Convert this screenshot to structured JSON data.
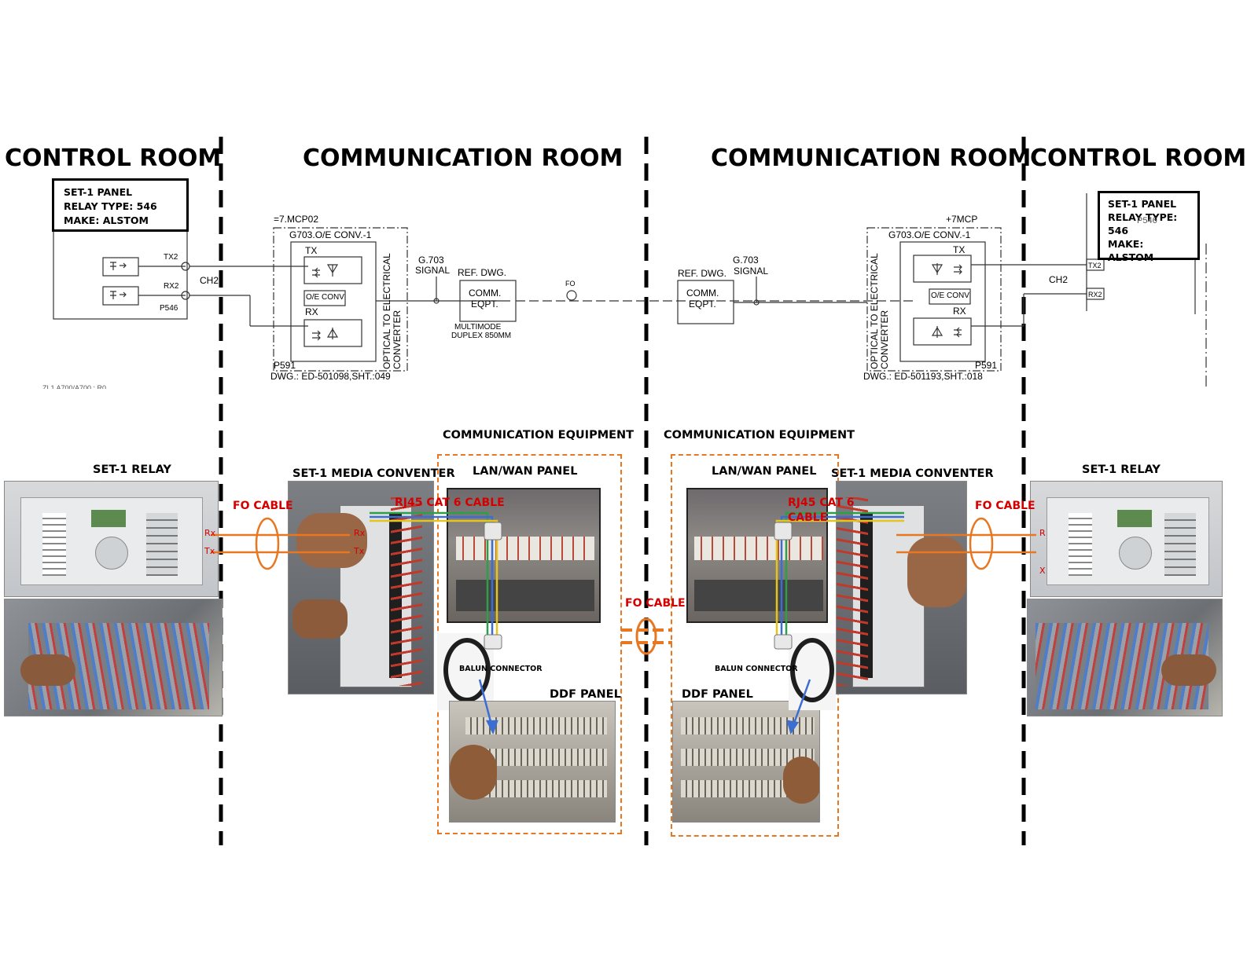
{
  "rooms": {
    "left_control": "CONTROL ROOM",
    "left_comm": "COMMUNICATION ROOM",
    "right_comm": "COMMUNICATION ROOM",
    "right_control": "CONTROL ROOM"
  },
  "left_panel": {
    "line1": "SET-1 PANEL",
    "line2": "RELAY TYPE: 546",
    "line3": "MAKE: ALSTOM"
  },
  "right_panel": {
    "line1": "SET-1 PANEL",
    "line2": "RELAY TYPE:",
    "line3": "546",
    "line4": "MAKE: ALSTOM",
    "overlay": "P546"
  },
  "schematic_left": {
    "tx2": "TX2",
    "rx2": "RX2",
    "ch": "CH2",
    "relay": "P546",
    "cabinet": "=7.MCP02",
    "conv_title": "G703.O/E CONV.-1",
    "tx": "TX",
    "rx": "RX",
    "oe": "O/E CONV",
    "p591": "P591",
    "converter_text": "OPTICAL TO ELECTRICAL CONVERTER",
    "dwg": "DWG.: ED-501098,SHT.:049",
    "g703_a": "G.703",
    "g703_b": "SIGNAL",
    "ref": "REF. DWG.",
    "comm_a": "COMM.",
    "comm_b": "EQPT.",
    "multimode_a": "MULTIMODE",
    "multimode_b": "DUPLEX 850MM",
    "fo": "FO",
    "footer": "ZL1 A700/A700 : R0"
  },
  "schematic_right": {
    "tx2": "TX2",
    "rx2": "RX2",
    "ch": "CH2",
    "cabinet": "+7MCP",
    "conv_title": "G703.O/E CONV.-1",
    "tx": "TX",
    "rx": "RX",
    "oe": "O/E CONV",
    "p591": "P591",
    "converter_text": "OPTICAL TO ELECTRICAL CONVERTER",
    "dwg": "DWG.: ED-501193,SHT.:018",
    "g703_a": "G.703",
    "g703_b": "SIGNAL",
    "ref": "REF. DWG.",
    "comm_a": "COMM.",
    "comm_b": "EQPT."
  },
  "photos": {
    "left_relay_title": "SET-1 RELAY",
    "left_media_title": "SET-1 MEDIA CONVENTER",
    "left_comm_equipment": "COMMUNICATION EQUIPMENT",
    "left_lan": "LAN/WAN PANEL",
    "left_balun": "BALUN CONNECTOR",
    "left_ddf": "DDF PANEL",
    "right_comm_equipment": "COMMUNICATION EQUIPMENT",
    "right_lan": "LAN/WAN PANEL",
    "right_media_title": "SET-1 MEDIA CONVENTER",
    "right_relay_title": "SET-1 RELAY",
    "right_balun": "BALUN CONNECTOR",
    "right_ddf": "DDF PANEL"
  },
  "cables": {
    "fo_left": "FO CABLE",
    "fo_right": "FO CABLE",
    "fo_center": "FO CABLE",
    "rj45_left": "RJ45 CAT 6 CABLE",
    "rj45_right_a": "RJ45 CAT 6",
    "rj45_right_b": "CABLE",
    "rx": "Rx",
    "tx": "Tx",
    "media_rx": "Rx",
    "media_tx": "Tx",
    "r": "R",
    "x": "X"
  },
  "colors": {
    "fo": "#e87722",
    "red_text": "#d40000",
    "dash": "#000000",
    "box_orange": "#e87722"
  }
}
